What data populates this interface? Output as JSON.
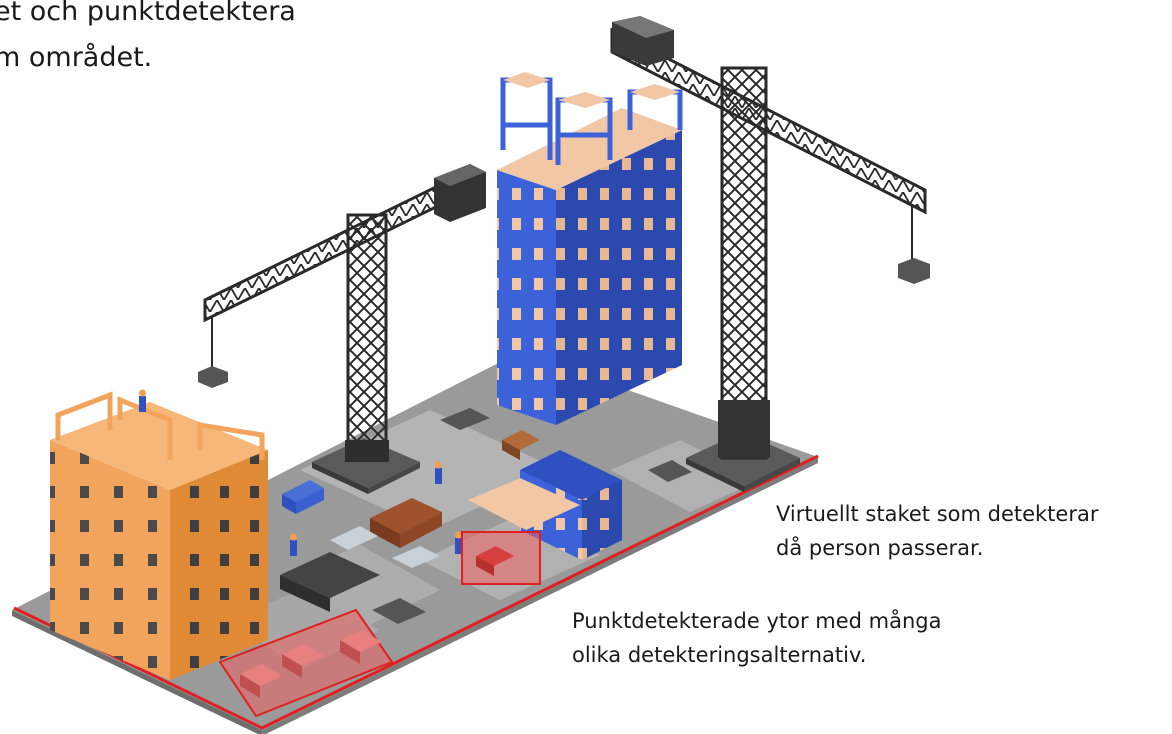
{
  "header": {
    "line1": "et och punktdetektera",
    "line2": "m området."
  },
  "callouts": {
    "virtual_fence": {
      "line1": "Virtuellt staket som detekterar",
      "line2": "då person passerar."
    },
    "point_detection": {
      "line1": "Punktdetekterade ytor med många",
      "line2": "olika detekteringsalternativ."
    }
  },
  "colors": {
    "fence_line": "#e02020",
    "detection_zone_fill": "#f06060",
    "blue_building": "#3a5fd0",
    "orange_building": "#f0a050",
    "crane": "#3c3c3c",
    "ground": "#8e8e8e"
  }
}
